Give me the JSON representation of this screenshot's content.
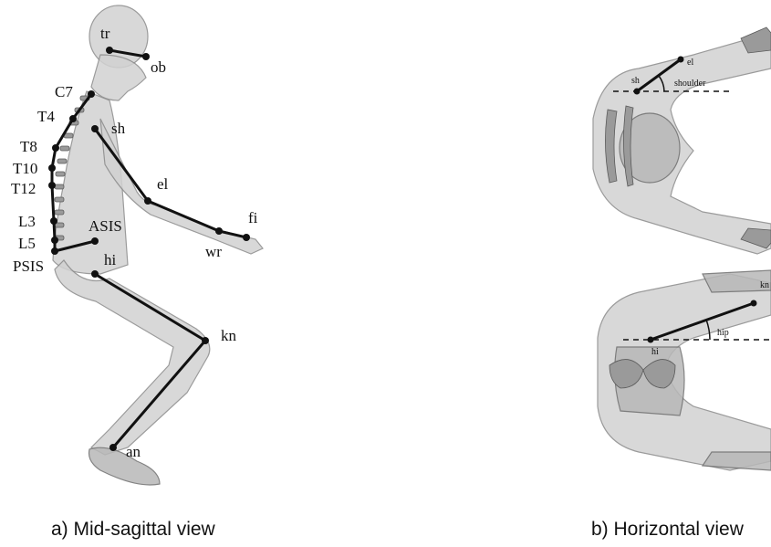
{
  "sagittal": {
    "caption": "a) Mid-sagittal view",
    "labels": {
      "tr": "tr",
      "ob": "ob",
      "c7": "C7",
      "t4": "T4",
      "t8": "T8",
      "t10": "T10",
      "t12": "T12",
      "l3": "L3",
      "l5": "L5",
      "psis": "PSIS",
      "asis": "ASIS",
      "sh": "sh",
      "el": "el",
      "wr": "wr",
      "fi": "fi",
      "hi": "hi",
      "kn": "kn",
      "an": "an"
    }
  },
  "horizontal": {
    "caption": "b) Horizontal view",
    "upper": {
      "sh": "sh",
      "el": "el",
      "angle": "shoulder"
    },
    "lower": {
      "hi": "hi",
      "kn": "kn",
      "angle": "hip"
    }
  }
}
